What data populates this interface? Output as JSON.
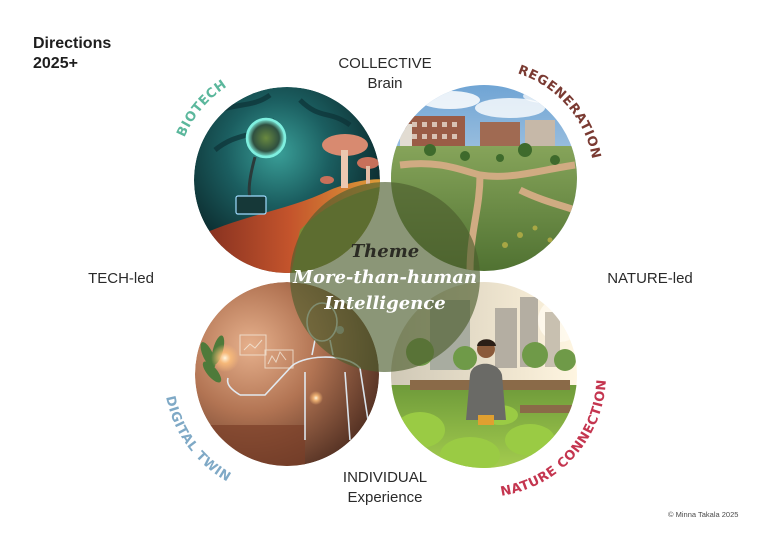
{
  "header": {
    "title_line1": "Directions",
    "title_line2": "2025+"
  },
  "axes": {
    "top": {
      "line1": "COLLECTIVE",
      "line2": "Brain"
    },
    "bottom": {
      "line1": "INDIVIDUAL",
      "line2": "Experience"
    },
    "left": "TECH-led",
    "right": "NATURE-led"
  },
  "quadrants": [
    {
      "position": "top-left",
      "label": "BIOTECH",
      "color": "#5bb79c",
      "image": "dark teal fantasy forest with glowing orb, device panel and mushrooms"
    },
    {
      "position": "top-right",
      "label": "REGENERATION",
      "color": "#7a3a32",
      "image": "urban regenerative park with winding paths, meadow plants and brick buildings"
    },
    {
      "position": "bottom-left",
      "label": "DIGITAL TWIN",
      "color": "#7fa9c6",
      "image": "glowing translucent digital human figure in warm room with holographic charts"
    },
    {
      "position": "bottom-right",
      "label": "NATURE CONNECTION",
      "color": "#c4354f",
      "image": "man tending urban rooftop garden beds with city towers behind"
    }
  ],
  "center": {
    "line1": "Theme",
    "line2": "More-than-human",
    "line3": "Intelligence",
    "color": "#8b9677"
  },
  "footer": {
    "copyright": "© Minna Takala 2025"
  }
}
